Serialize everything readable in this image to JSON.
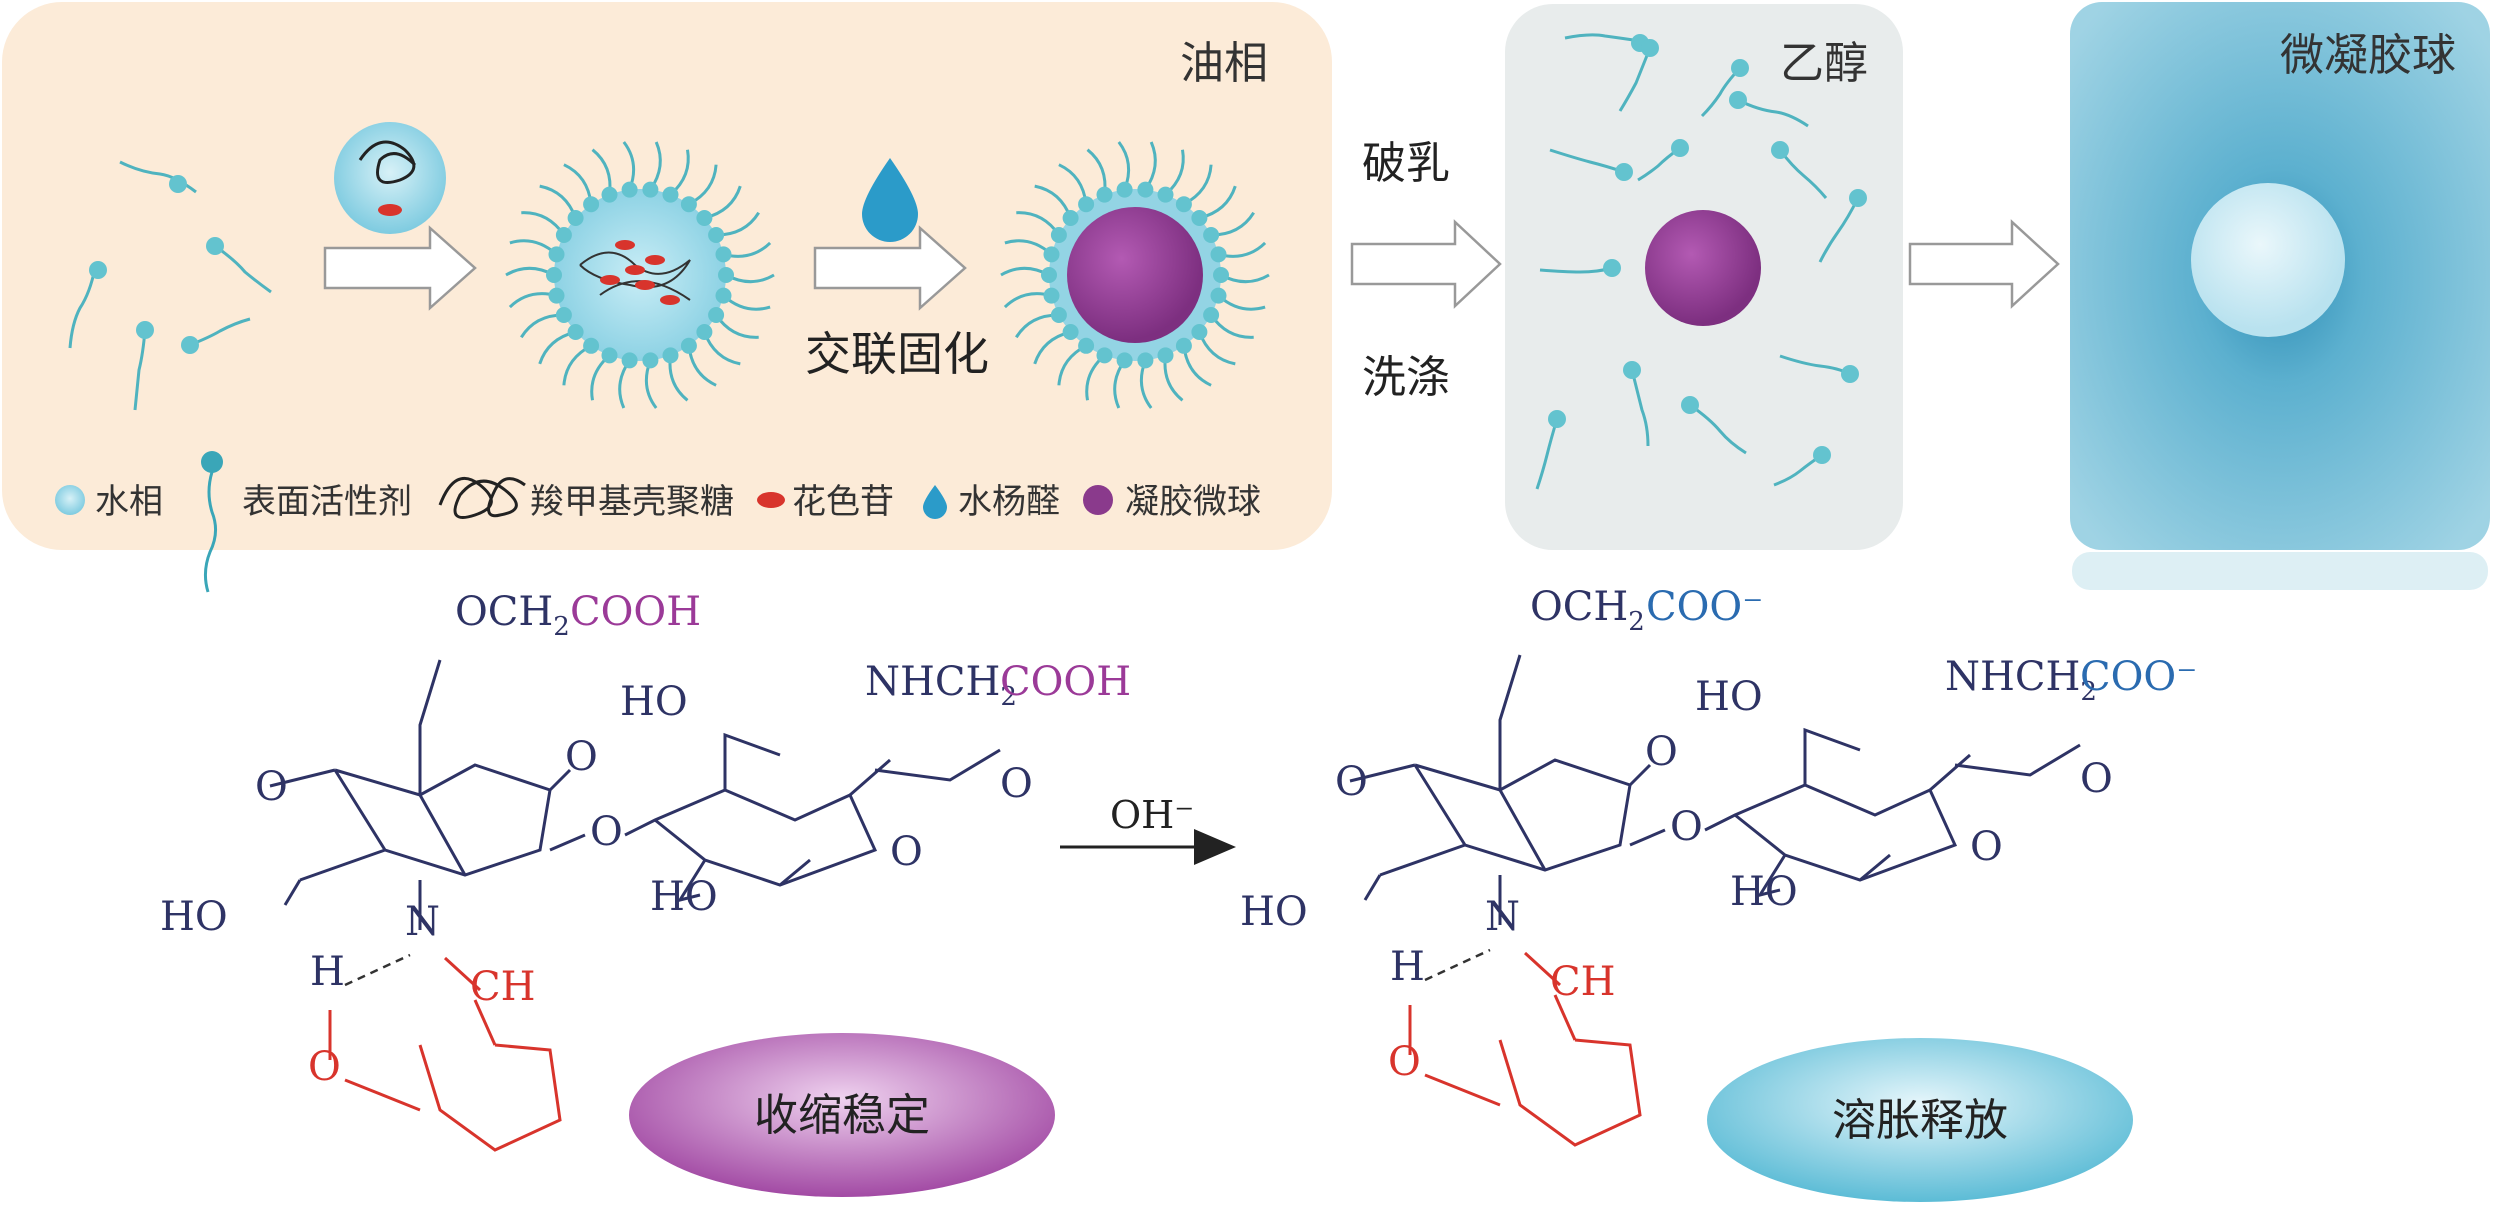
{
  "panels": {
    "oil_phase_label": "油相",
    "ethanol_label": "乙醇",
    "microgel_label": "微凝胶球"
  },
  "steps": {
    "crosslink": "交联固化",
    "demulsify": "破乳",
    "wash": "洗涤",
    "base": "OH⁻"
  },
  "legend": {
    "water_phase": "水相",
    "surfactant": "表面活性剂",
    "cmcs": "羧甲基壳聚糖",
    "anthocyanin": "花色苷",
    "salicylaldehyde": "水杨醛",
    "gel_sphere": "凝胶微球"
  },
  "structure_left": {
    "och2": "OCH",
    "sub2": "2",
    "cooh": "COOH",
    "nhch2": "NHCH",
    "ho": "HO",
    "o": "O",
    "n": "N",
    "h": "H",
    "ch": "CH"
  },
  "structure_right": {
    "coo": "COO⁻"
  },
  "ellipses": {
    "shrink": "收缩稳定",
    "swell": "溶胀释放"
  },
  "colors": {
    "oil_bg": "#fcebd8",
    "ethanol_bg": "#e8ecec",
    "microgel_bg": "#7dbfd6",
    "bead": "#63c3cf",
    "gel": "#933f93",
    "chem_dark": "#2e3365",
    "chem_red": "#d8342c",
    "chem_magenta": "#9b3a98",
    "chem_blue": "#2a6bb0"
  }
}
